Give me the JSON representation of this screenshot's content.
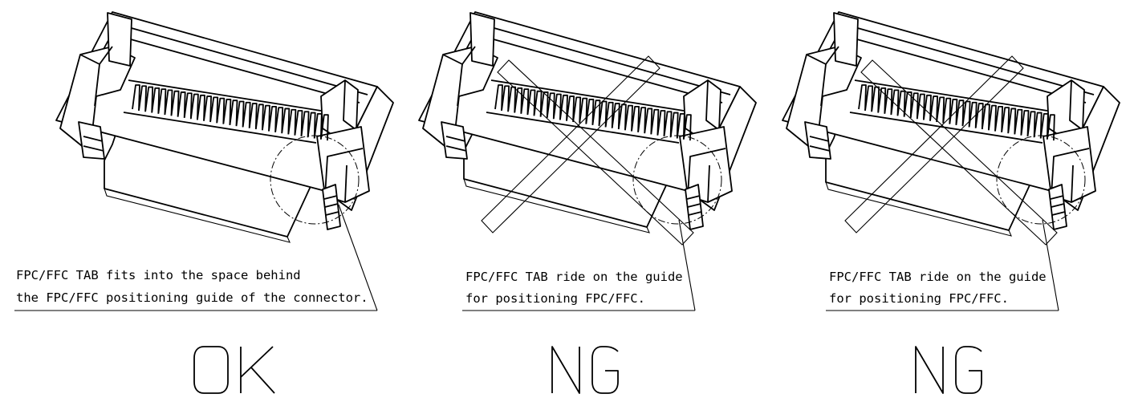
{
  "panels": [
    {
      "id": "ok",
      "caption_lines": [
        "FPC/FFC TAB fits into the space behind",
        "the FPC/FFC positioning guide of the connector."
      ],
      "verdict": "OK",
      "crossed_out": false
    },
    {
      "id": "ng-1",
      "caption_lines": [
        "FPC/FFC TAB ride on the guide",
        "for positioning FPC/FFC."
      ],
      "verdict": "NG",
      "crossed_out": true
    },
    {
      "id": "ng-2",
      "caption_lines": [
        "FPC/FFC TAB ride on the guide",
        "for positioning FPC/FFC."
      ],
      "verdict": "NG",
      "crossed_out": true
    }
  ],
  "colors": {
    "line": "#000000",
    "background": "#ffffff"
  }
}
